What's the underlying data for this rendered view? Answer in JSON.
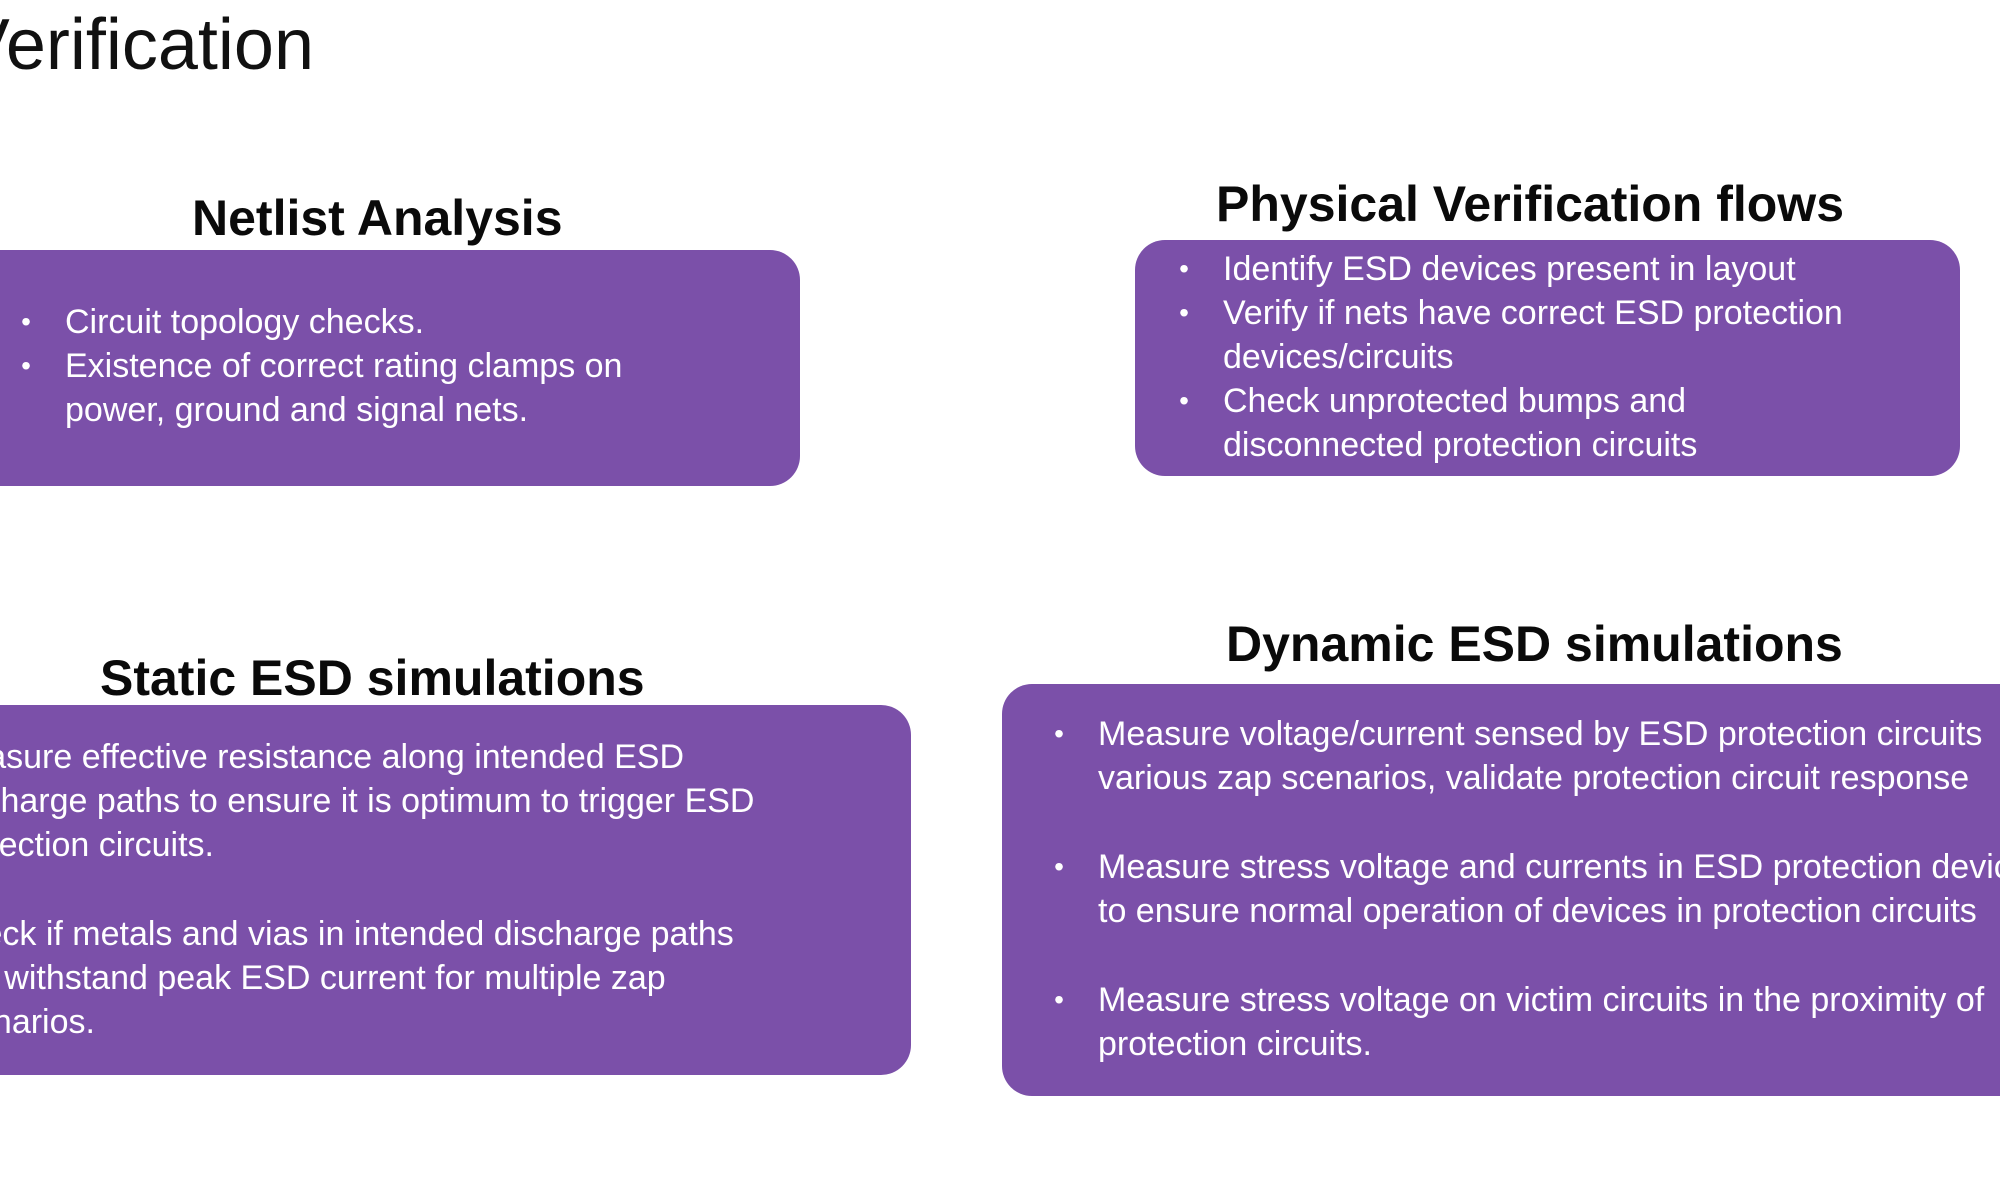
{
  "slide": {
    "title": "Verification"
  },
  "sections": {
    "netlist": {
      "heading": "Netlist Analysis",
      "items": [
        [
          "Circuit topology checks."
        ],
        [
          "Existence of correct rating clamps on",
          "power, ground and signal nets."
        ]
      ]
    },
    "physical": {
      "heading": "Physical Verification flows",
      "items": [
        [
          "Identify ESD devices present in layout"
        ],
        [
          "Verify if nets have correct ESD protection",
          "devices/circuits"
        ],
        [
          "Check unprotected bumps and",
          "disconnected protection circuits"
        ]
      ]
    },
    "static": {
      "heading": "Static ESD simulations",
      "items": [
        [
          "Measure effective resistance along intended ESD",
          "discharge paths to ensure it is optimum to trigger ESD",
          "protection circuits."
        ],
        [
          "Check if metals and vias in intended discharge paths",
          "can withstand peak ESD current for multiple zap",
          "scenarios."
        ]
      ]
    },
    "dynamic": {
      "heading": "Dynamic ESD simulations",
      "items": [
        [
          "Measure voltage/current sensed by ESD protection circuits",
          "various zap scenarios, validate protection circuit response"
        ],
        [
          "Measure stress voltage and currents in ESD protection devices",
          "to ensure normal operation of devices in protection circuits"
        ],
        [
          "Measure stress voltage on victim circuits in the proximity of",
          "protection circuits."
        ]
      ]
    }
  },
  "bullet_char": "•",
  "colors": {
    "box_fill": "#7b50a9",
    "box_text": "#ffffff",
    "heading_text": "#0a0a0a",
    "background": "#ffffff"
  }
}
